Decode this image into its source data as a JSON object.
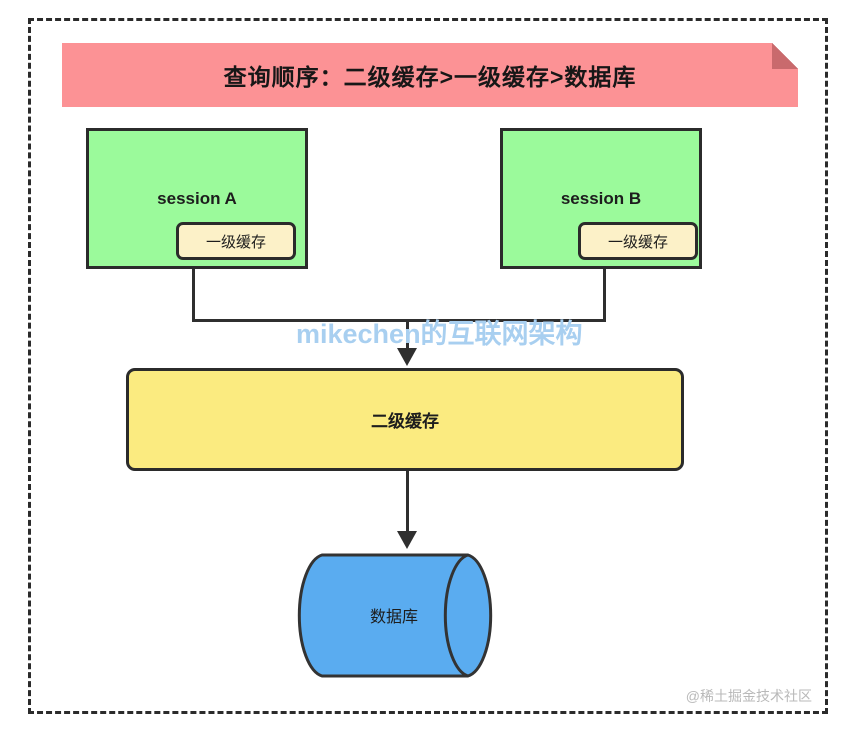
{
  "diagram": {
    "banner": {
      "title": "查询顺序：二级缓存>一级缓存>数据库",
      "fill_color": "#fc9295",
      "fold_color": "#c96a6d"
    },
    "sessions": [
      {
        "label": "session A",
        "cache_label": "一级缓存",
        "fill_color": "#9bfa9b",
        "cache_fill_color": "#fcf1c8"
      },
      {
        "label": "session B",
        "cache_label": "一级缓存",
        "fill_color": "#9bfa9b",
        "cache_fill_color": "#fcf1c8"
      }
    ],
    "second_level_cache": {
      "label": "二级缓存",
      "fill_color": "#fbeb80"
    },
    "database": {
      "label": "数据库",
      "fill_color": "#5aacf0"
    },
    "connectors": {
      "stroke_color": "#2f2f2f"
    },
    "frame": {
      "border_color": "#2b2b2b",
      "style": "dashed"
    }
  },
  "watermarks": {
    "main": "mikechen的互联网架构",
    "main_color": "#a8cff0",
    "corner": "@稀土掘金技术社区",
    "corner_color": "#b9b9b9"
  }
}
